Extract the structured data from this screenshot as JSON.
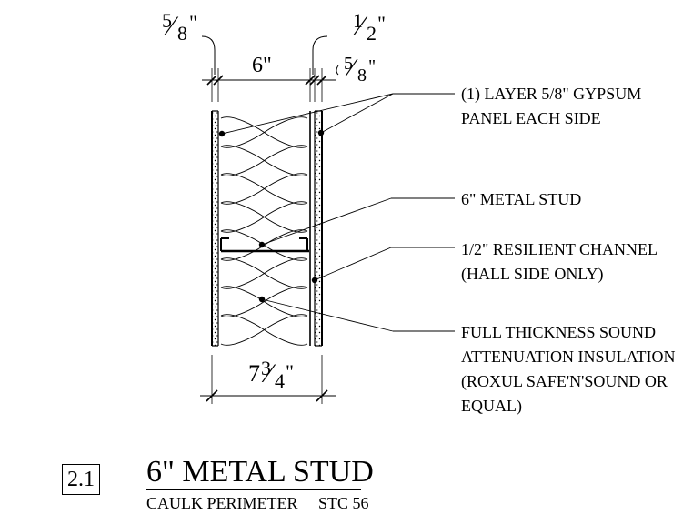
{
  "dimensions": {
    "left_panel": {
      "num": "5",
      "den": "8",
      "unit": "\""
    },
    "stud_width": "6\"",
    "channel": {
      "num": "1",
      "den": "2",
      "unit": "\""
    },
    "right_panel": {
      "num": "5",
      "den": "8",
      "unit": "\""
    },
    "overall": {
      "whole": "7",
      "num": "3",
      "den": "4",
      "unit": "\""
    }
  },
  "notes": [
    {
      "lines": [
        "(1) LAYER 5/8\" GYPSUM",
        "PANEL EACH SIDE"
      ]
    },
    {
      "lines": [
        "6\" METAL STUD"
      ]
    },
    {
      "lines": [
        "1/2\" RESILIENT CHANNEL",
        "(HALL SIDE ONLY)"
      ]
    },
    {
      "lines": [
        "FULL THICKNESS SOUND",
        "ATTENUATION INSULATION",
        "(ROXUL SAFE'N'SOUND OR",
        "EQUAL)"
      ]
    }
  ],
  "title_block": {
    "detail_number": "2.1",
    "title": "6\" METAL STUD",
    "subtitle": "CAULK PERIMETER     STC 56"
  }
}
